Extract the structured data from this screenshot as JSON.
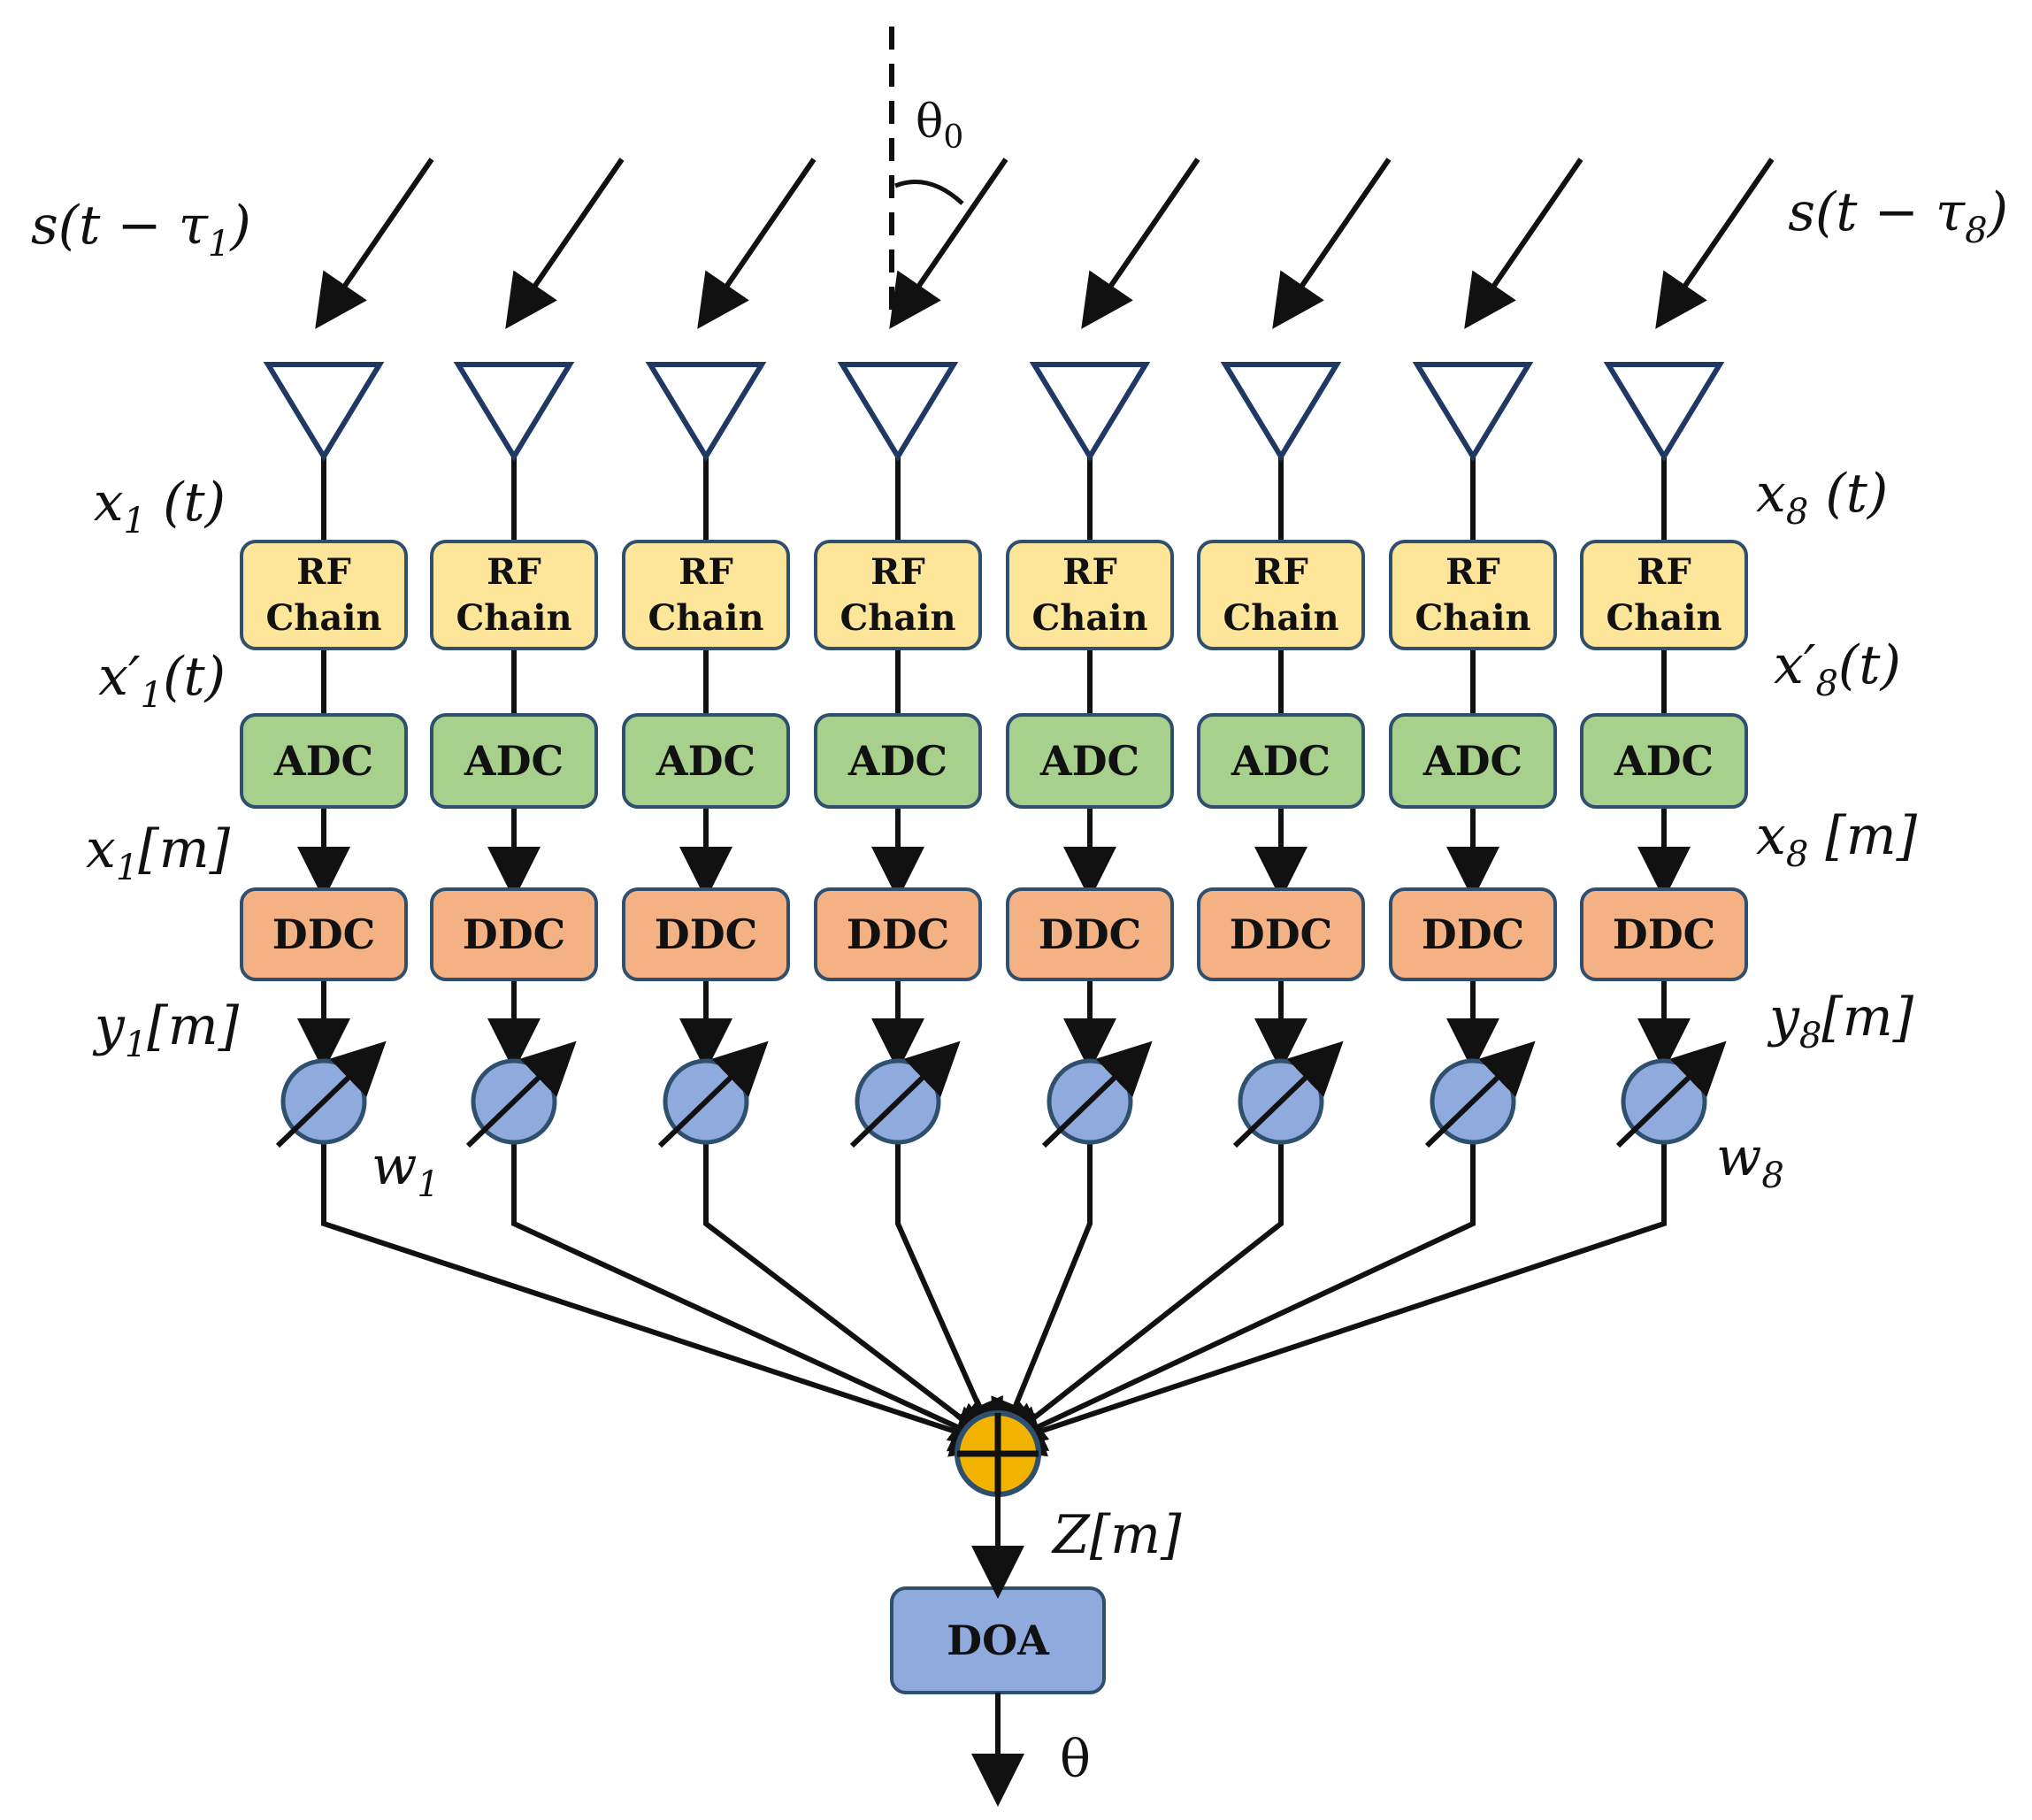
{
  "channels": 8,
  "blocks": {
    "rf_label_line1": "RF",
    "rf_label_line2": "Chain",
    "adc_label": "ADC",
    "ddc_label": "DDC",
    "doa_label": "DOA"
  },
  "colors": {
    "rf_fill": "#fde69a",
    "adc_fill": "#a8d08d",
    "ddc_fill": "#f4b183",
    "doa_fill": "#8faadc",
    "phase_shifter_fill": "#8faadc",
    "summer_fill": "#f2b300",
    "block_stroke": "#2f4f6f",
    "antenna_stroke": "#1f3864",
    "wire": "#111111"
  },
  "icons": {
    "antenna": "antenna-triangle-icon",
    "phase_shifter": "phase-shifter-icon",
    "summer": "summer-plus-icon"
  },
  "labels": {
    "signal_first": {
      "base": "s(t − τ",
      "sub": "1",
      "tail": ")"
    },
    "signal_last": {
      "base": "s(t − τ",
      "sub": "8",
      "tail": ")"
    },
    "angle": {
      "base": "θ",
      "sub": "0"
    },
    "x_first": {
      "base": "x",
      "sub": "1",
      "tail": " (t)"
    },
    "x_last": {
      "base": "x",
      "sub": "8",
      "tail": " (t)"
    },
    "xp_first": {
      "base": "x′",
      "sub": "1",
      "tail": "(t)"
    },
    "xp_last": {
      "base": "x′",
      "sub": "8",
      "tail": "(t)"
    },
    "xm_first": {
      "base": "x",
      "sub": "1",
      "tail": "[m]"
    },
    "xm_last": {
      "base": "x",
      "sub": "8",
      "tail": " [m]"
    },
    "y_first": {
      "base": "y",
      "sub": "1",
      "tail": "[m]"
    },
    "y_last": {
      "base": "y",
      "sub": "8",
      "tail": "[m]"
    },
    "w_first": {
      "base": "w",
      "sub": "1"
    },
    "w_last": {
      "base": "w",
      "sub": "8"
    },
    "z": "Z[m]",
    "theta_out": "θ"
  }
}
